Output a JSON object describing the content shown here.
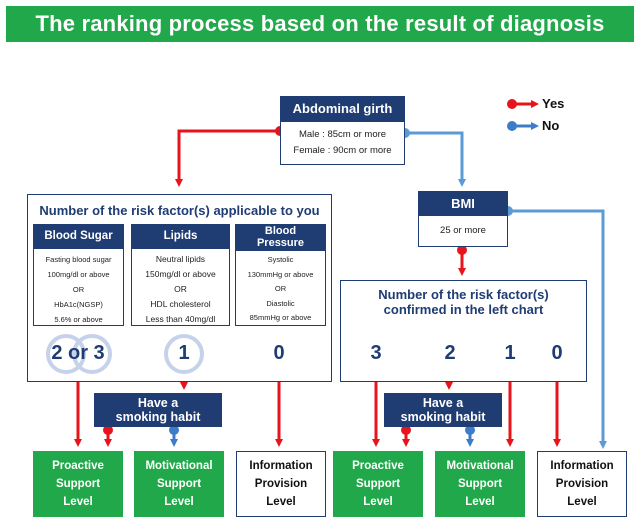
{
  "title": "The ranking process based on the result of diagnosis",
  "legend": {
    "yes": "Yes",
    "no": "No"
  },
  "abdominal": {
    "header": "Abdominal girth",
    "line1": "Male : 85cm or more",
    "line2": "Female : 90cm or more"
  },
  "risk_panel": {
    "title": "Number of the risk factor(s) applicable to you",
    "blood_sugar": {
      "header": "Blood Sugar",
      "lines": [
        "Fasting blood sugar",
        "100mg/dl or above",
        "OR",
        "HbA1c(NGSP)",
        "5.6% or above"
      ]
    },
    "lipids": {
      "header": "Lipids",
      "lines": [
        "Neutral lipids",
        "150mg/dl or above",
        "OR",
        "HDL cholesterol",
        "Less than 40mg/dl"
      ]
    },
    "blood_pressure": {
      "header_line1": "Blood",
      "header_line2": "Pressure",
      "lines": [
        "Systolic",
        "130mmHg or above",
        "OR",
        "Diastolic",
        "85mmHg or above"
      ]
    },
    "counts": [
      "2 or 3",
      "1",
      "0"
    ]
  },
  "bmi": {
    "header": "BMI",
    "value": "25 or more"
  },
  "confirmed_panel": {
    "title_line1": "Number of the risk factor(s)",
    "title_line2": "confirmed in the left chart",
    "counts": [
      "3",
      "2",
      "1",
      "0"
    ]
  },
  "smoking": {
    "line1": "Have a",
    "line2": "smoking habit"
  },
  "outcomes": {
    "proactive": [
      "Proactive",
      "Support",
      "Level"
    ],
    "motivational": [
      "Motivational",
      "Support",
      "Level"
    ],
    "information": [
      "Information",
      "Provision",
      "Level"
    ]
  },
  "colors": {
    "green": "#21a84a",
    "navy": "#1f3c73",
    "red": "#e8141c",
    "blue": "#3d7cc9",
    "lightblue": "#5b9bd5"
  }
}
